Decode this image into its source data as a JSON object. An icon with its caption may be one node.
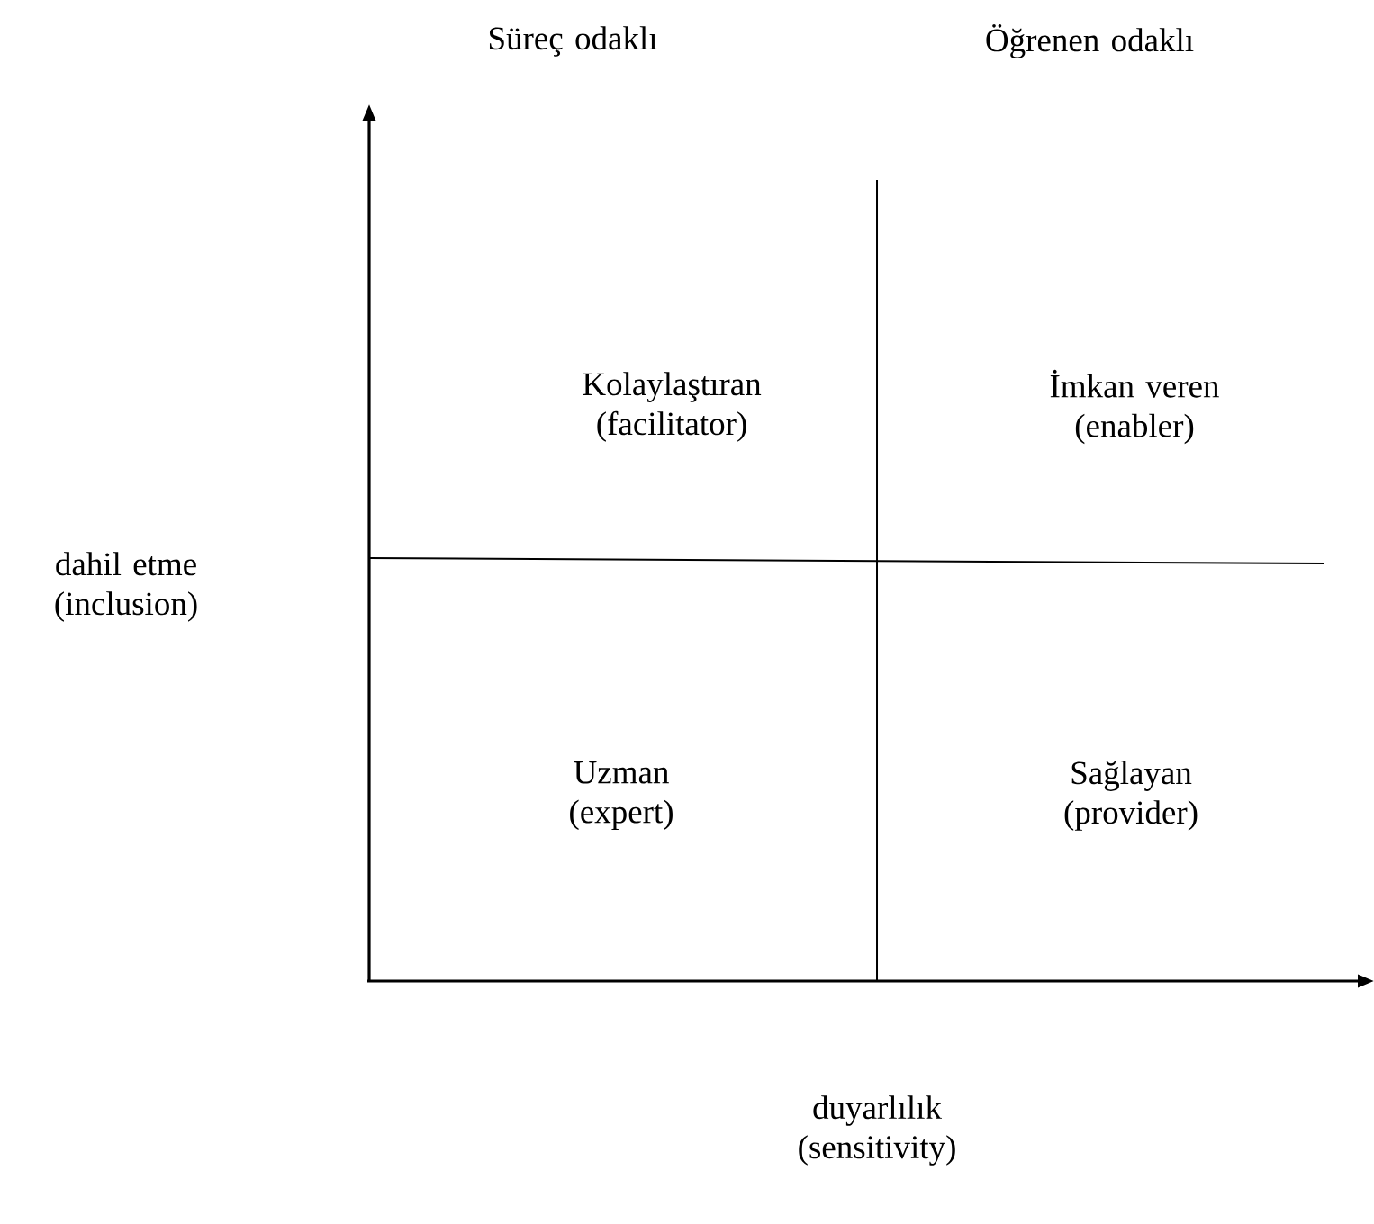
{
  "diagram": {
    "labels": [
      "Süreç odaklı",
      "Öğrenen odaklı",
      "Kolaylaştıran (facilitator)",
      "İmkan veren (enabler)",
      "dahil etme (inclusion)",
      "Uzman (expert)",
      "Sağlayan (provider)",
      "duyarlılık (sensitivity)"
    ]
  }
}
